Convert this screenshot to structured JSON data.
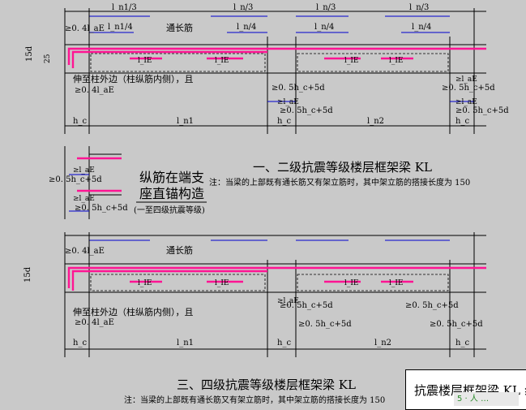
{
  "diagram1": {
    "lengths_top": [
      "l_n1/3",
      "l_n/3",
      "l_n/3",
      "l_n/3"
    ],
    "lengths_top2": [
      "l_n1/4",
      "l_n/4",
      "l_n/4",
      "l_n/4"
    ],
    "tong_chang_jin": "通长筋",
    "anchor_04": "≥0. 4l_aE",
    "d15": "15d",
    "d25": "25",
    "lae": "l_IE",
    "side_note": "伸至柱外边（柱纵筋内侧），且",
    "side_note2": "≥0. 4l_aE",
    "min_05": "≥0. 5h_c+5d",
    "hc": "h_c",
    "ln1": "l_n1",
    "ln2": "l_n2",
    "laE": "≥l_aE"
  },
  "detail": {
    "line1": "纵筋在端支",
    "line2": "座直锚构造",
    "line3": "(一至四级抗震等级)",
    "laE": "≥l_aE",
    "min": "≥0. 5h_c+5d"
  },
  "title1": "一、二级抗震等级楼层框架梁 KL",
  "note1": "注：当梁的上部既有通长筋又有架立筋时，其中架立筋的搭接长度为 150",
  "title2": "三、四级抗震等级楼层框架梁 KL",
  "note2": "注：当梁的上部既有通长筋又有架立筋时，其中架立筋的搭接长度为 150",
  "legend": "抗震楼层框架梁 KL 纟",
  "watermark": "5 · 人 …"
}
